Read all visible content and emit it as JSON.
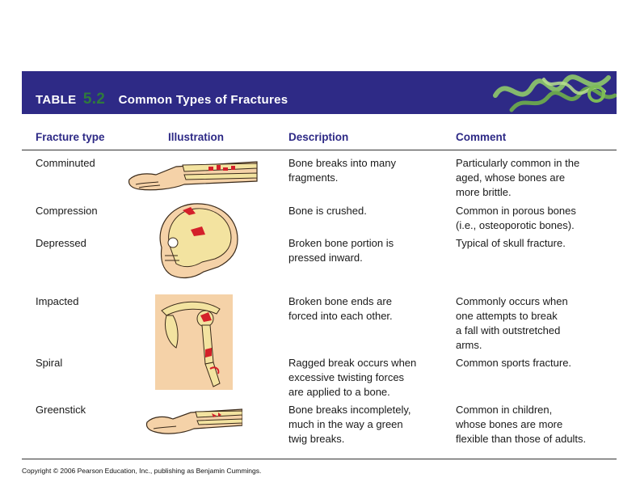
{
  "table": {
    "label": "TABLE",
    "number": "5.2",
    "title": "Common Types of Fractures"
  },
  "columns": [
    "Fracture type",
    "Illustration",
    "Description",
    "Comment"
  ],
  "rows": [
    {
      "type": "Comminuted",
      "description": "Bone breaks into many\nfragments.",
      "comment": "Particularly common in the\naged, whose bones are\nmore brittle."
    },
    {
      "type": "Compression",
      "description": "Bone is crushed.",
      "comment": "Common in porous bones\n(i.e., osteoporotic bones)."
    },
    {
      "type": "Depressed",
      "description": "Broken bone portion is\npressed inward.",
      "comment": "Typical of skull fracture."
    },
    {
      "type": "Impacted",
      "description": "Broken bone ends are\nforced into each other.",
      "comment": "Commonly occurs when\none attempts to break\na fall with outstretched\narms."
    },
    {
      "type": "Spiral",
      "description": "Ragged break occurs when\nexcessive twisting forces\nare applied to a bone.",
      "comment": "Common sports fracture."
    },
    {
      "type": "Greenstick",
      "description": "Bone breaks incompletely,\nmuch in the way a green\ntwig breaks.",
      "comment": "Common in children,\nwhose bones are more\nflexible than those of adults."
    }
  ],
  "footer": "Copyright © 2006 Pearson Education, Inc., publishing as Benjamin Cummings.",
  "colors": {
    "banner": "#2e2a86",
    "table_number": "#2f7a3c",
    "header_text": "#2e2a86",
    "bone": "#f3e3a0",
    "skin": "#f5d2a8",
    "fracture": "#d4202a"
  },
  "icons": [
    "forearm-comminuted-illustration",
    "skull-illustration",
    "shoulder-arm-illustration",
    "forearm-greenstick-illustration",
    "protein-ribbon-decoration"
  ]
}
